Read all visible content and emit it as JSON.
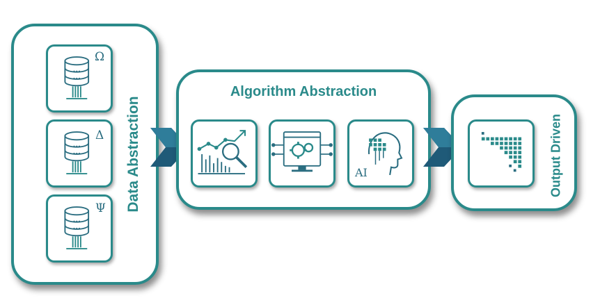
{
  "panels": {
    "data": {
      "title": "Data Abstraction"
    },
    "algorithm": {
      "title": "Algorithm Abstraction"
    },
    "output": {
      "title": "Output Driven"
    }
  },
  "data_sources": [
    {
      "icon": "database-icon",
      "symbol": "Ω"
    },
    {
      "icon": "database-icon",
      "symbol": "Δ"
    },
    {
      "icon": "database-icon",
      "symbol": "Ψ"
    }
  ],
  "algorithm_icons": [
    {
      "icon": "analytics-chart-icon"
    },
    {
      "icon": "monitor-gears-icon"
    },
    {
      "icon": "ai-head-icon",
      "label": "AI"
    }
  ],
  "output_icon": {
    "icon": "pixel-triangle-icon"
  },
  "colors": {
    "teal": "#2a8a8a",
    "arrow_dark": "#1f5a78",
    "arrow_light": "#2f7d9a"
  }
}
